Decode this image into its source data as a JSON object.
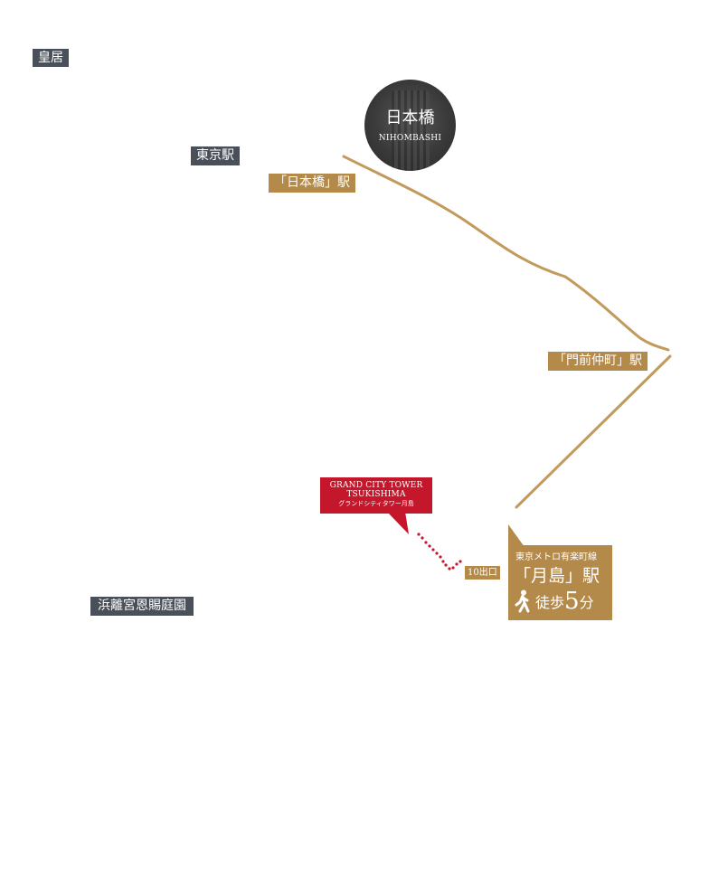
{
  "places": {
    "imperial_palace": "皇居",
    "tokyo_station": "東京駅",
    "hamarikyu": "浜離宮恩賜庭園"
  },
  "landmark": {
    "name_jp": "日本橋",
    "name_en": "NIHOMBASHI"
  },
  "stations": {
    "nihombashi": "「日本橋」駅",
    "monzen_nakacho": "「門前仲町」駅"
  },
  "property": {
    "name_line1": "GRAND CITY TOWER",
    "name_line2": "TSUKISHIMA",
    "name_jp": "グランドシティタワー月島"
  },
  "exit_label": "10出口",
  "destination": {
    "line_name": "東京メトロ有楽町線",
    "station_name": "「月島」駅",
    "walk_label": "徒歩",
    "walk_minutes": "5",
    "walk_unit": "分"
  },
  "colors": {
    "route": "#c19a5c",
    "gold_label": "#b48a4a",
    "dark_label": "#4a5059",
    "property_red": "#c4172c"
  },
  "icons": [
    "walking-person-icon"
  ]
}
